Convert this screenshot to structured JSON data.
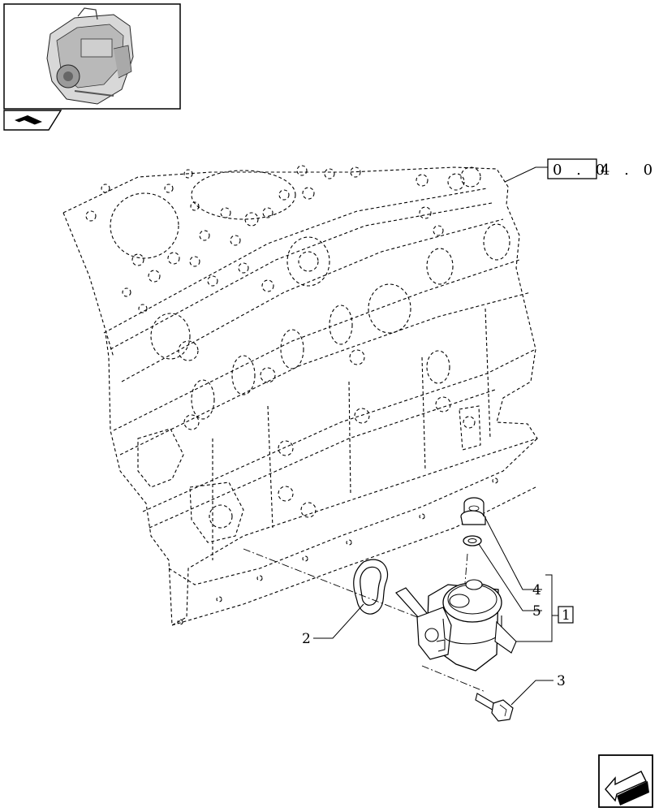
{
  "reference": {
    "boxed_part": "0 . 0",
    "rest": "4 . 0"
  },
  "callouts": [
    {
      "id": "c1",
      "label": "1"
    },
    {
      "id": "c2",
      "label": "2"
    },
    {
      "id": "c3",
      "label": "3"
    },
    {
      "id": "c4",
      "label": "4"
    },
    {
      "id": "c5",
      "label": "5"
    }
  ],
  "icons": {
    "thumbnail": "engine-thumbnail-icon",
    "book": "manual-book-icon",
    "nav": "previous-page-arrow-icon"
  }
}
